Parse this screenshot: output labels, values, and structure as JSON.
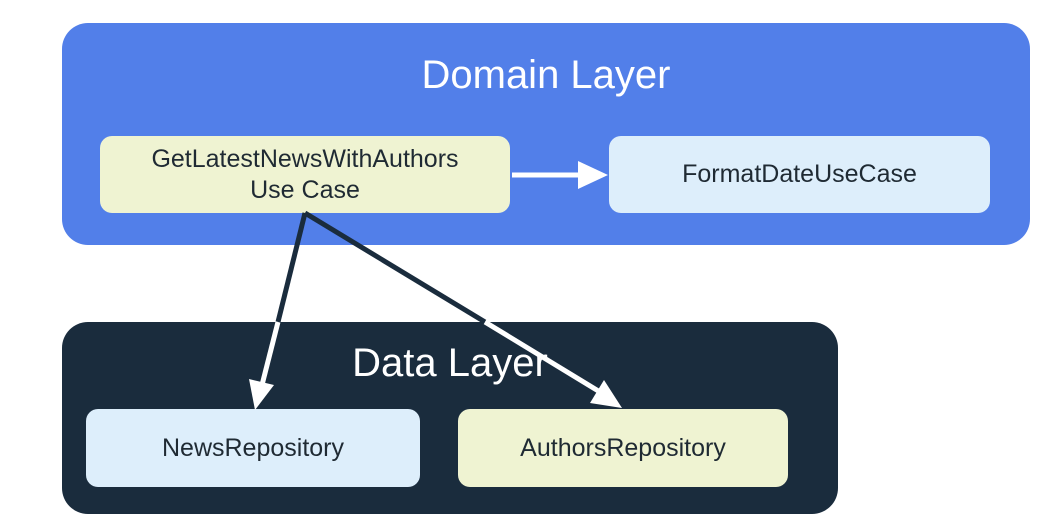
{
  "domain_layer": {
    "title": "Domain Layer",
    "color": "#527fe9",
    "boxes": {
      "get_latest_news": {
        "line1": "GetLatestNewsWithAuthors",
        "line2": "Use Case"
      },
      "format_date": {
        "label": "FormatDateUseCase"
      }
    }
  },
  "data_layer": {
    "title": "Data Layer",
    "color": "#1a2c3d",
    "boxes": {
      "news_repository": {
        "label": "NewsRepository"
      },
      "authors_repository": {
        "label": "AuthorsRepository"
      }
    }
  },
  "colors": {
    "yellow_box": "#eff3d2",
    "light_blue_box": "#ddeefb",
    "dark_arrow": "#1a2c3d",
    "white_arrow": "#ffffff"
  }
}
